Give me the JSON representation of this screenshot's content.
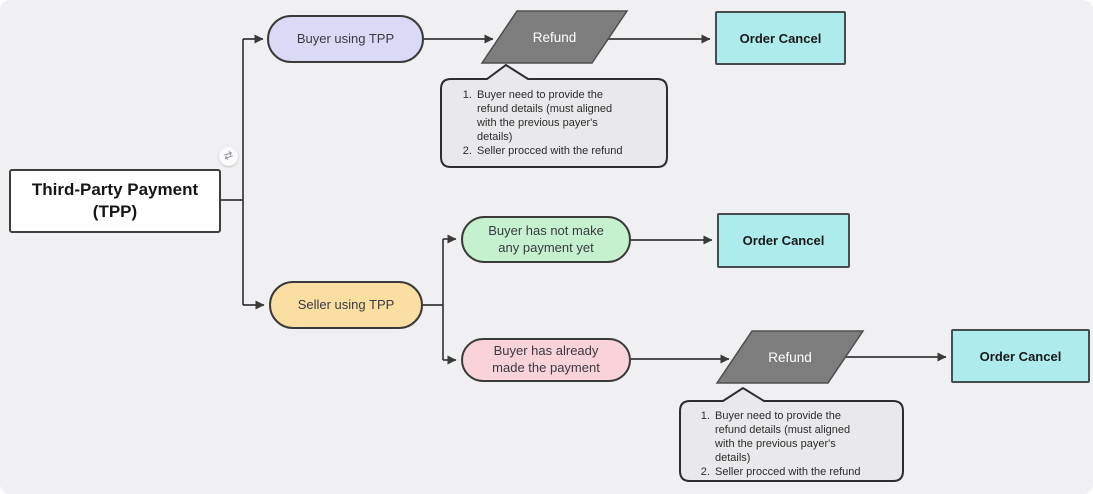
{
  "diagram": {
    "title": "Third-Party Payment flow",
    "background_color": "#f0f0f3",
    "nodes": {
      "root": {
        "label": "Third-Party Payment\n(TPP)",
        "fill": "#ffffff"
      },
      "buyer_branch": {
        "label": "Buyer using TPP",
        "fill": "#dbdaf6"
      },
      "seller_branch": {
        "label": "Seller using TPP",
        "fill": "#fbdfa2"
      },
      "no_payment": {
        "label": "Buyer has not make\nany payment yet",
        "fill": "#c6f1ce"
      },
      "already_paid": {
        "label": "Buyer has already\nmade the payment",
        "fill": "#fad2da"
      },
      "refund_top": {
        "label": "Refund",
        "fill": "#7d7d7d"
      },
      "refund_bottom": {
        "label": "Refund",
        "fill": "#7d7d7d"
      },
      "order_cancel_top": {
        "label": "Order Cancel",
        "fill": "#aeebec"
      },
      "order_cancel_mid": {
        "label": "Order Cancel",
        "fill": "#aeebec"
      },
      "order_cancel_bottom": {
        "label": "Order Cancel",
        "fill": "#aeebec"
      }
    },
    "notes": {
      "refund_note_top": {
        "items": [
          "Buyer need to provide the\nrefund details (must aligned\nwith the previous payer's\ndetails)",
          "Seller procced with the refund"
        ],
        "fill": "#e9e9eb"
      },
      "refund_note_bottom": {
        "items": [
          "Buyer need to provide the\nrefund details (must aligned\nwith the previous payer's\ndetails)",
          "Seller procced with the refund"
        ],
        "fill": "#e9e9eb"
      }
    },
    "icons": {
      "swap_glyph": "⇄"
    },
    "connector_color": "#3a3a3a"
  }
}
